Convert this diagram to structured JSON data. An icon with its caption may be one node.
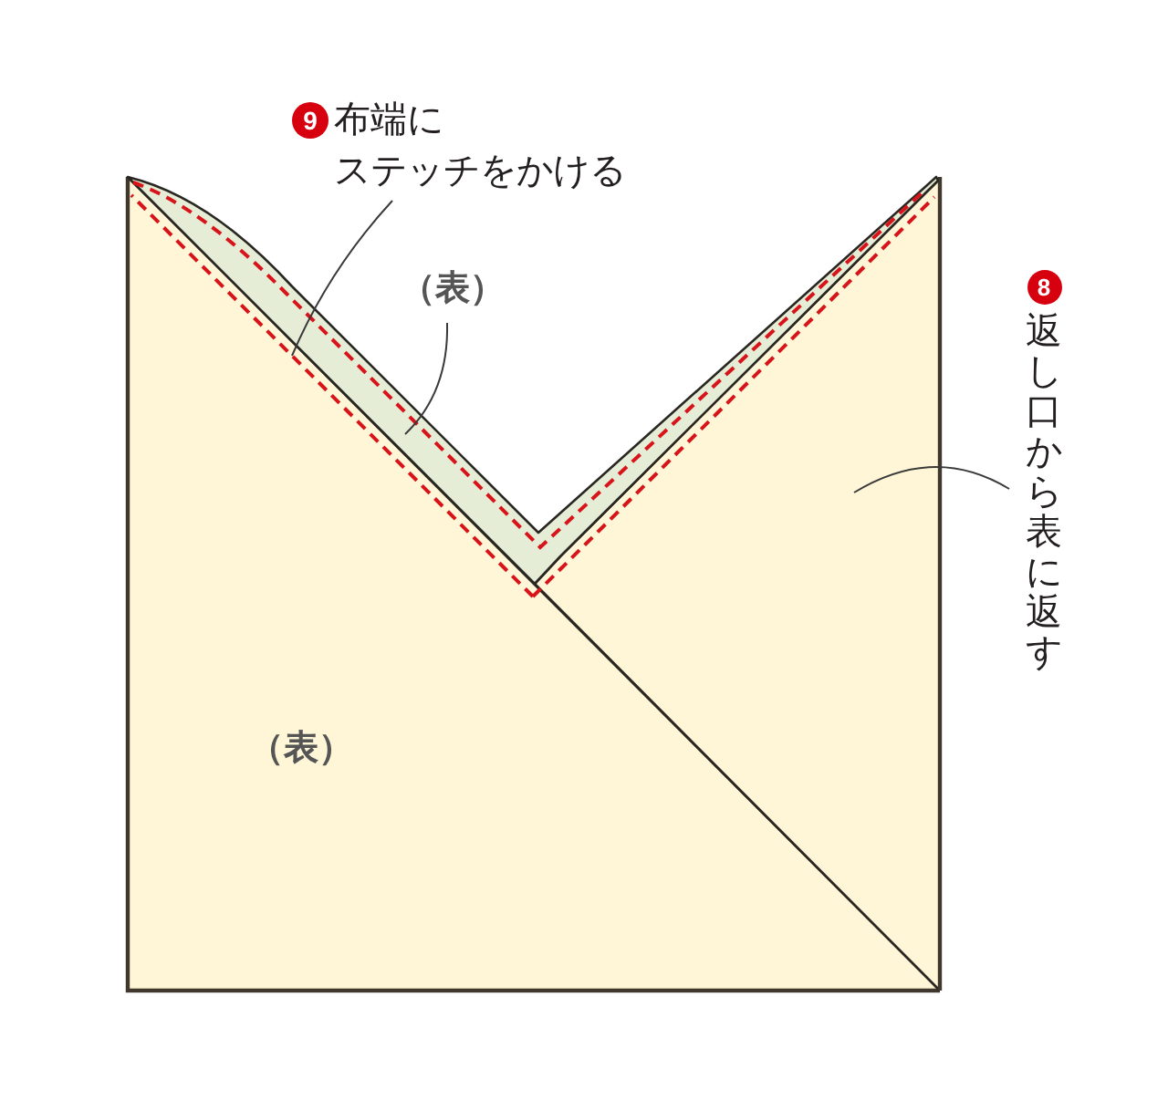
{
  "diagram": {
    "nodes": [
      {
        "text": [
          "（表）"
        ]
      },
      {
        "text": [],
        "shape": "triangle"
      },
      {
        "text": [],
        "shape": "band"
      },
      {
        "text": [
          "9",
          "布端にステッチをかける"
        ]
      },
      {
        "text": [
          "（表）"
        ]
      },
      {
        "text": [
          "8",
          "返し口から表に返す"
        ]
      }
    ],
    "edges": [
      {
        "from": 3,
        "to": 0,
        "arrow": "none"
      },
      {
        "from": 4,
        "to": 2,
        "arrow": "none"
      },
      {
        "from": 5,
        "to": 1,
        "arrow": "none"
      }
    ]
  }
}
